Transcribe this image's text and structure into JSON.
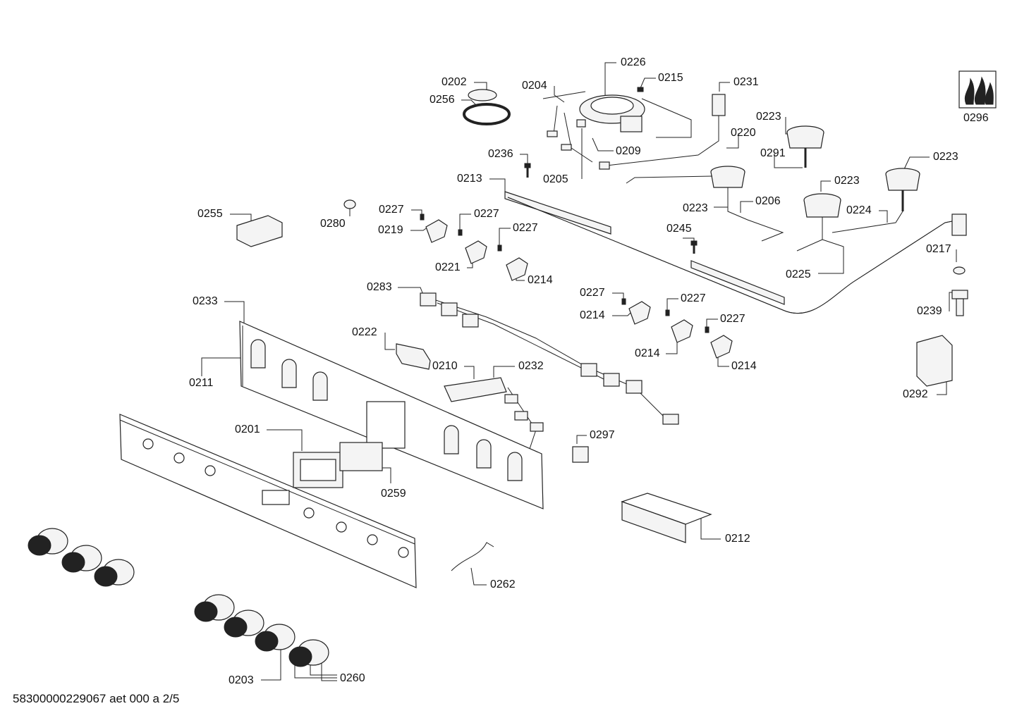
{
  "document_id": "58300000229067 aet 000 a 2/5",
  "parts": [
    {
      "id": "p0202",
      "label": "0202"
    },
    {
      "id": "p0256",
      "label": "0256"
    },
    {
      "id": "p0204",
      "label": "0204"
    },
    {
      "id": "p0226",
      "label": "0226"
    },
    {
      "id": "p0215",
      "label": "0215"
    },
    {
      "id": "p0231",
      "label": "0231"
    },
    {
      "id": "p0223a",
      "label": "0223"
    },
    {
      "id": "p0220",
      "label": "0220"
    },
    {
      "id": "p0291",
      "label": "0291"
    },
    {
      "id": "p0223b",
      "label": "0223"
    },
    {
      "id": "p0223c",
      "label": "0223"
    },
    {
      "id": "p0223d",
      "label": "0223"
    },
    {
      "id": "p0236",
      "label": "0236"
    },
    {
      "id": "p0209",
      "label": "0209"
    },
    {
      "id": "p0205",
      "label": "0205"
    },
    {
      "id": "p0213",
      "label": "0213"
    },
    {
      "id": "p0206",
      "label": "0206"
    },
    {
      "id": "p0224",
      "label": "0224"
    },
    {
      "id": "p0255",
      "label": "0255"
    },
    {
      "id": "p0280",
      "label": "0280"
    },
    {
      "id": "p0227a",
      "label": "0227"
    },
    {
      "id": "p0227b",
      "label": "0227"
    },
    {
      "id": "p0219",
      "label": "0219"
    },
    {
      "id": "p0227c",
      "label": "0227"
    },
    {
      "id": "p0221",
      "label": "0221"
    },
    {
      "id": "p0214a",
      "label": "0214"
    },
    {
      "id": "p0245",
      "label": "0245"
    },
    {
      "id": "p0217",
      "label": "0217"
    },
    {
      "id": "p0225",
      "label": "0225"
    },
    {
      "id": "p0239",
      "label": "0239"
    },
    {
      "id": "p0283",
      "label": "0283"
    },
    {
      "id": "p0227d",
      "label": "0227"
    },
    {
      "id": "p0227e",
      "label": "0227"
    },
    {
      "id": "p0214b",
      "label": "0214"
    },
    {
      "id": "p0227f",
      "label": "0227"
    },
    {
      "id": "p0214c",
      "label": "0214"
    },
    {
      "id": "p0214d",
      "label": "0214"
    },
    {
      "id": "p0233",
      "label": "0233"
    },
    {
      "id": "p0222",
      "label": "0222"
    },
    {
      "id": "p0210",
      "label": "0210"
    },
    {
      "id": "p0232",
      "label": "0232"
    },
    {
      "id": "p0211",
      "label": "0211"
    },
    {
      "id": "p0292",
      "label": "0292"
    },
    {
      "id": "p0296",
      "label": "0296"
    },
    {
      "id": "p0201",
      "label": "0201"
    },
    {
      "id": "p0297",
      "label": "0297"
    },
    {
      "id": "p0259",
      "label": "0259"
    },
    {
      "id": "p0212",
      "label": "0212"
    },
    {
      "id": "p0262",
      "label": "0262"
    },
    {
      "id": "p0203",
      "label": "0203"
    },
    {
      "id": "p0260",
      "label": "0260"
    }
  ]
}
